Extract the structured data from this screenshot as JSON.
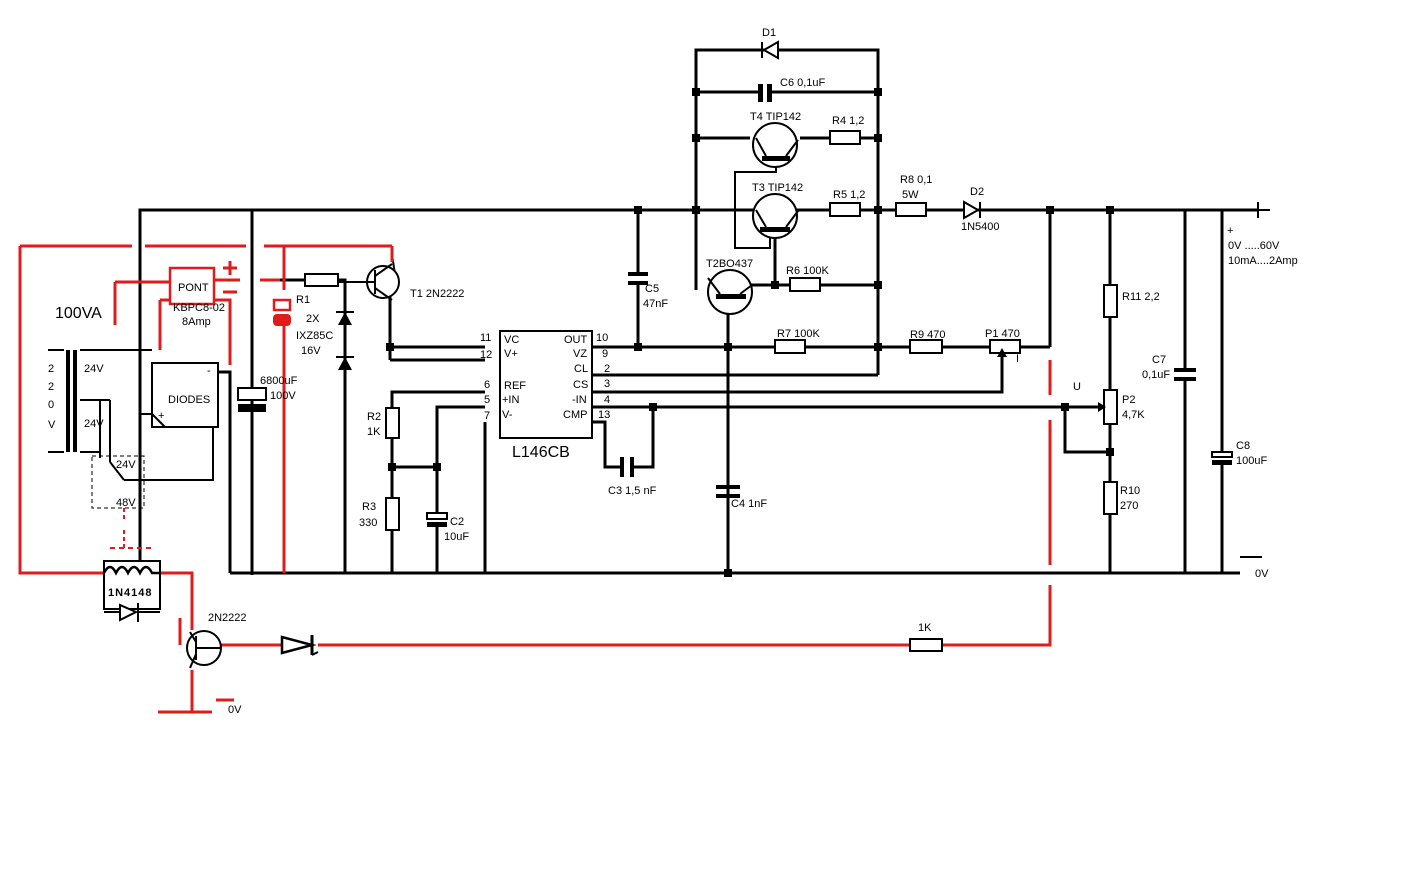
{
  "labels": {
    "d1": "D1",
    "c6": "C6 0,1uF",
    "t4": "T4 TIP142",
    "r4": "R4 1,2",
    "t3": "T3 TIP142",
    "r5": "R5 1,2",
    "r8": "R8  0,1",
    "r8_power": "5W",
    "d2": "D2",
    "d2_part": "1N5400",
    "t2": "T2BO437",
    "r6": "R6 100K",
    "c5": "C5",
    "c5_value": "47nF",
    "t1": "T1 2N2222",
    "pont": "PONT",
    "bridge_part": "KBPC8-02",
    "bridge_rating": "8Amp",
    "diodes": "DIODES",
    "transformer": "100VA",
    "mains_2": "2",
    "mains_2b": "2",
    "mains_0": "0",
    "mains_v": "V",
    "sec_24v_a": "24V",
    "sec_24v_b": "24V",
    "relay_24v": "24V",
    "relay_48v": "48V",
    "r1": "R1",
    "zener_count": "2X",
    "zener_part": "IXZ85C",
    "zener_voltage": "16V",
    "c_main_value": "6800uF",
    "c_main_voltage": "100V",
    "r2": "R2",
    "r2_value": "1K",
    "r3": "R3",
    "r3_value": "330",
    "c2": "C2",
    "c2_value": "10uF",
    "ic_name": "L146CB",
    "pin_11": "11",
    "pin_12": "12",
    "pin_6": "6",
    "pin_5": "5",
    "pin_7": "7",
    "pin_vc": "VC",
    "pin_vplus": "V+",
    "pin_ref": "REF",
    "pin_plusin": "+IN",
    "pin_vminus": "V-",
    "pin_out": "OUT",
    "pin_vz": "VZ",
    "pin_cl": "CL",
    "pin_cs": "CS",
    "pin_minusin": "-IN",
    "pin_cmp": "CMP",
    "pin_10": "10",
    "pin_9": "9",
    "pin_2": "2",
    "pin_3": "3",
    "pin_4": "4",
    "pin_13": "13",
    "c3": "C3 1,5 nF",
    "c4": "C4 1nF",
    "r7": "R7 100K",
    "r9": "R9 470",
    "p1": "P1 470",
    "p1_mark": "I",
    "u_mark": "U",
    "r11": "R11 2,2",
    "p2": "P2",
    "p2_value": "4,7K",
    "r10": "R10",
    "r10_value": "270",
    "c7": "C7",
    "c7_value": "0,1uF",
    "c8": "C8",
    "c8_value": "100uF",
    "out_plus": "+",
    "out_voltage": "0V .....60V",
    "out_current": "10mA....2Amp",
    "out_gnd": "0V",
    "relay_diode": "1N4148",
    "t5": "2N2222",
    "r_1k": "1K",
    "gnd_bottom": "0V"
  }
}
